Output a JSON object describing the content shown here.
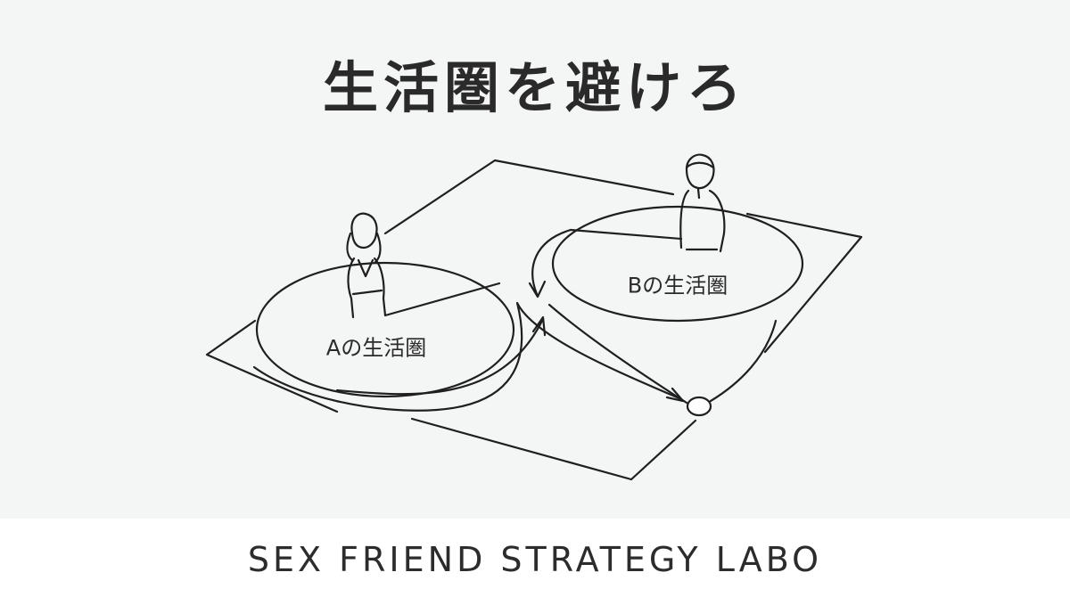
{
  "title": "生活圏を避けろ",
  "circle_a_label": "Aの生活圏",
  "circle_b_label": "Bの生活圏",
  "footer": "SEX FRIEND STRATEGY LABO",
  "colors": {
    "line": "#1f1f1f",
    "background": "#f4f5f5",
    "footer_background": "#ffffff"
  }
}
